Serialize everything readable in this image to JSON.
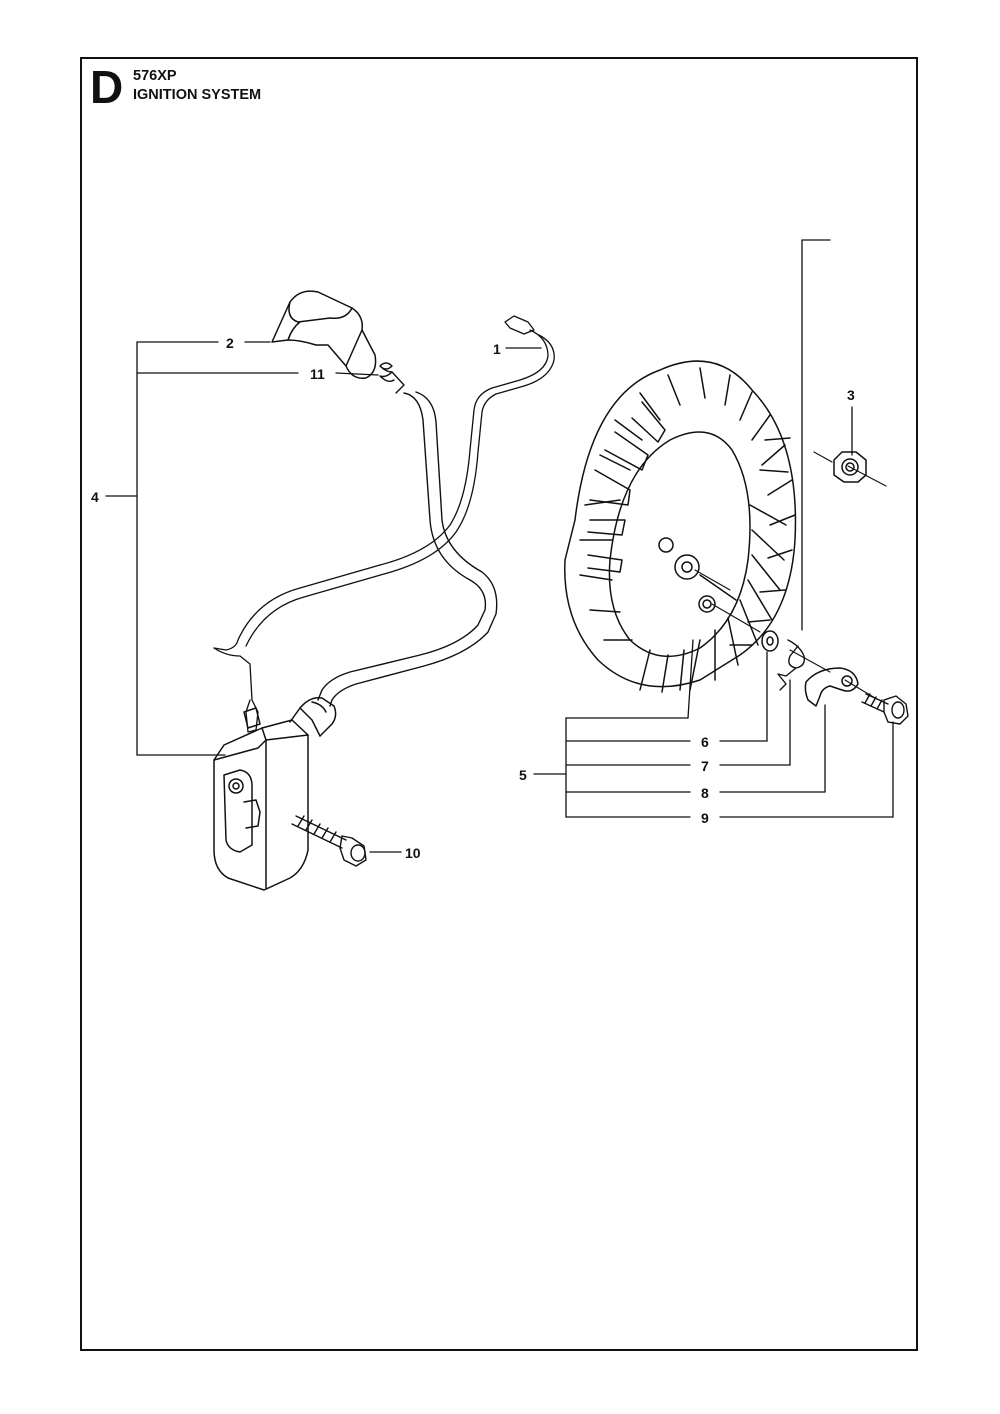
{
  "header": {
    "section_letter": "D",
    "model": "576XP",
    "title": "IGNITION SYSTEM"
  },
  "callouts": {
    "c1": "1",
    "c2": "2",
    "c3": "3",
    "c4": "4",
    "c5": "5",
    "c6": "6",
    "c7": "7",
    "c8": "8",
    "c9": "9",
    "c10": "10",
    "c11": "11"
  }
}
